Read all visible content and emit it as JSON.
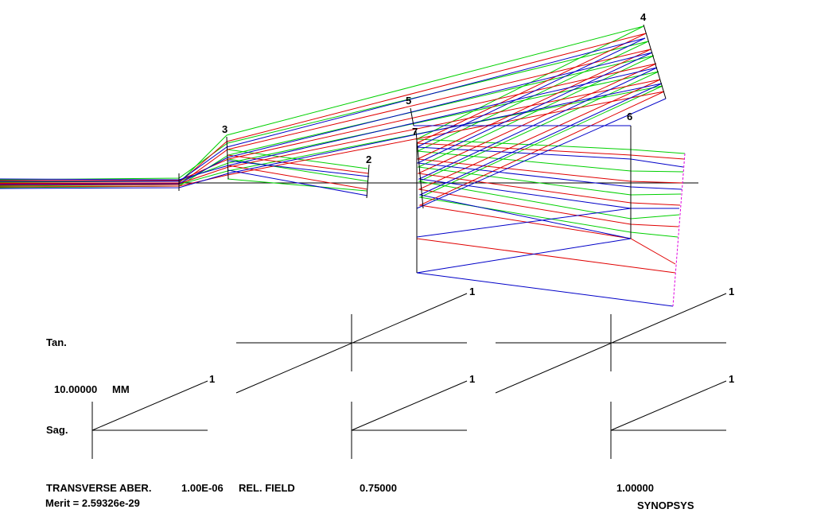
{
  "colors": {
    "ray_green": "#00d000",
    "ray_red": "#e00000",
    "ray_blue": "#0000c8",
    "surface": "#000000",
    "image_plane": "#e000e0",
    "axis": "#000000"
  },
  "layout_view": {
    "surface_labels": [
      "2",
      "3",
      "4",
      "5",
      "6",
      "7"
    ]
  },
  "fan_plots": {
    "tan_label": "Tan.",
    "sag_label": "Sag.",
    "scale_value": "10.00000",
    "scale_unit": "MM",
    "wavelength_label": "1",
    "tan_plots": [
      {
        "field": 0.75,
        "slope": 0.5
      },
      {
        "field": 1.0,
        "slope": 0.5
      }
    ],
    "sag_plots": [
      {
        "field": 0.0,
        "slope": 0.5
      },
      {
        "field": 0.75,
        "slope": 0.5
      },
      {
        "field": 1.0,
        "slope": 0.5
      }
    ]
  },
  "footer": {
    "title": "TRANSVERSE ABER.",
    "tolerance": "1.00E-06",
    "rel_field_label": "REL. FIELD",
    "field_1": "0.75000",
    "field_2": "1.00000",
    "merit": "Merit = 2.59326e-29",
    "brand": "SYNOPSYS"
  }
}
